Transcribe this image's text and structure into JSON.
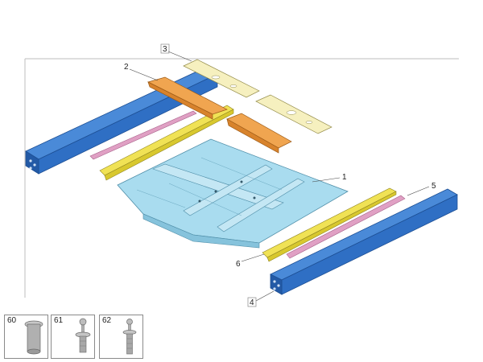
{
  "callouts": {
    "c1": "1",
    "c2": "2",
    "c3": "3",
    "c4": "4",
    "c5": "5",
    "c6": "6"
  },
  "fasteners": [
    {
      "label": "60",
      "icon": "rivet-pin-icon"
    },
    {
      "label": "61",
      "icon": "blind-rivet-icon"
    },
    {
      "label": "62",
      "icon": "blind-rivet-long-icon"
    }
  ],
  "colors": {
    "floor_pan": "#a9dcef",
    "sill_rail": "#2f6fc4",
    "orange_crossmember": "#e8943a",
    "cream_bracket": "#f2ecb0",
    "yellow_rail": "#e9d83a",
    "pink_strip": "#e0a0c4"
  }
}
